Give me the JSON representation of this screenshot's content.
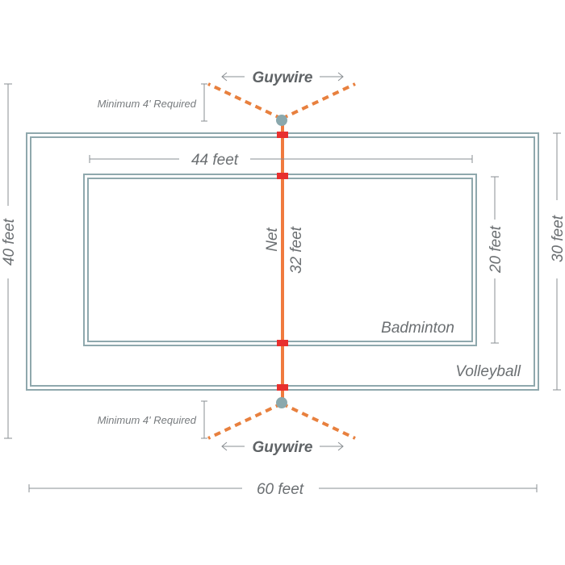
{
  "labels": {
    "guywire_top": "Guywire",
    "guywire_bottom": "Guywire",
    "min_top": "Minimum 4' Required",
    "min_bottom": "Minimum 4' Required",
    "badminton_length": "44 feet",
    "badminton_width": "20 feet",
    "volleyball_width": "30 feet",
    "overall_width": "40 feet",
    "overall_length": "60 feet",
    "net_length": "32 feet",
    "net": "Net",
    "badminton": "Badminton",
    "volleyball": "Volleyball"
  },
  "colors": {
    "court_lines": "#8fa8ad",
    "net": "#f07a3e",
    "guywire": "#e8803e",
    "clips": "#e8302e",
    "poles": "#8aa8ad",
    "dimension_lines": "#8a8f93"
  }
}
